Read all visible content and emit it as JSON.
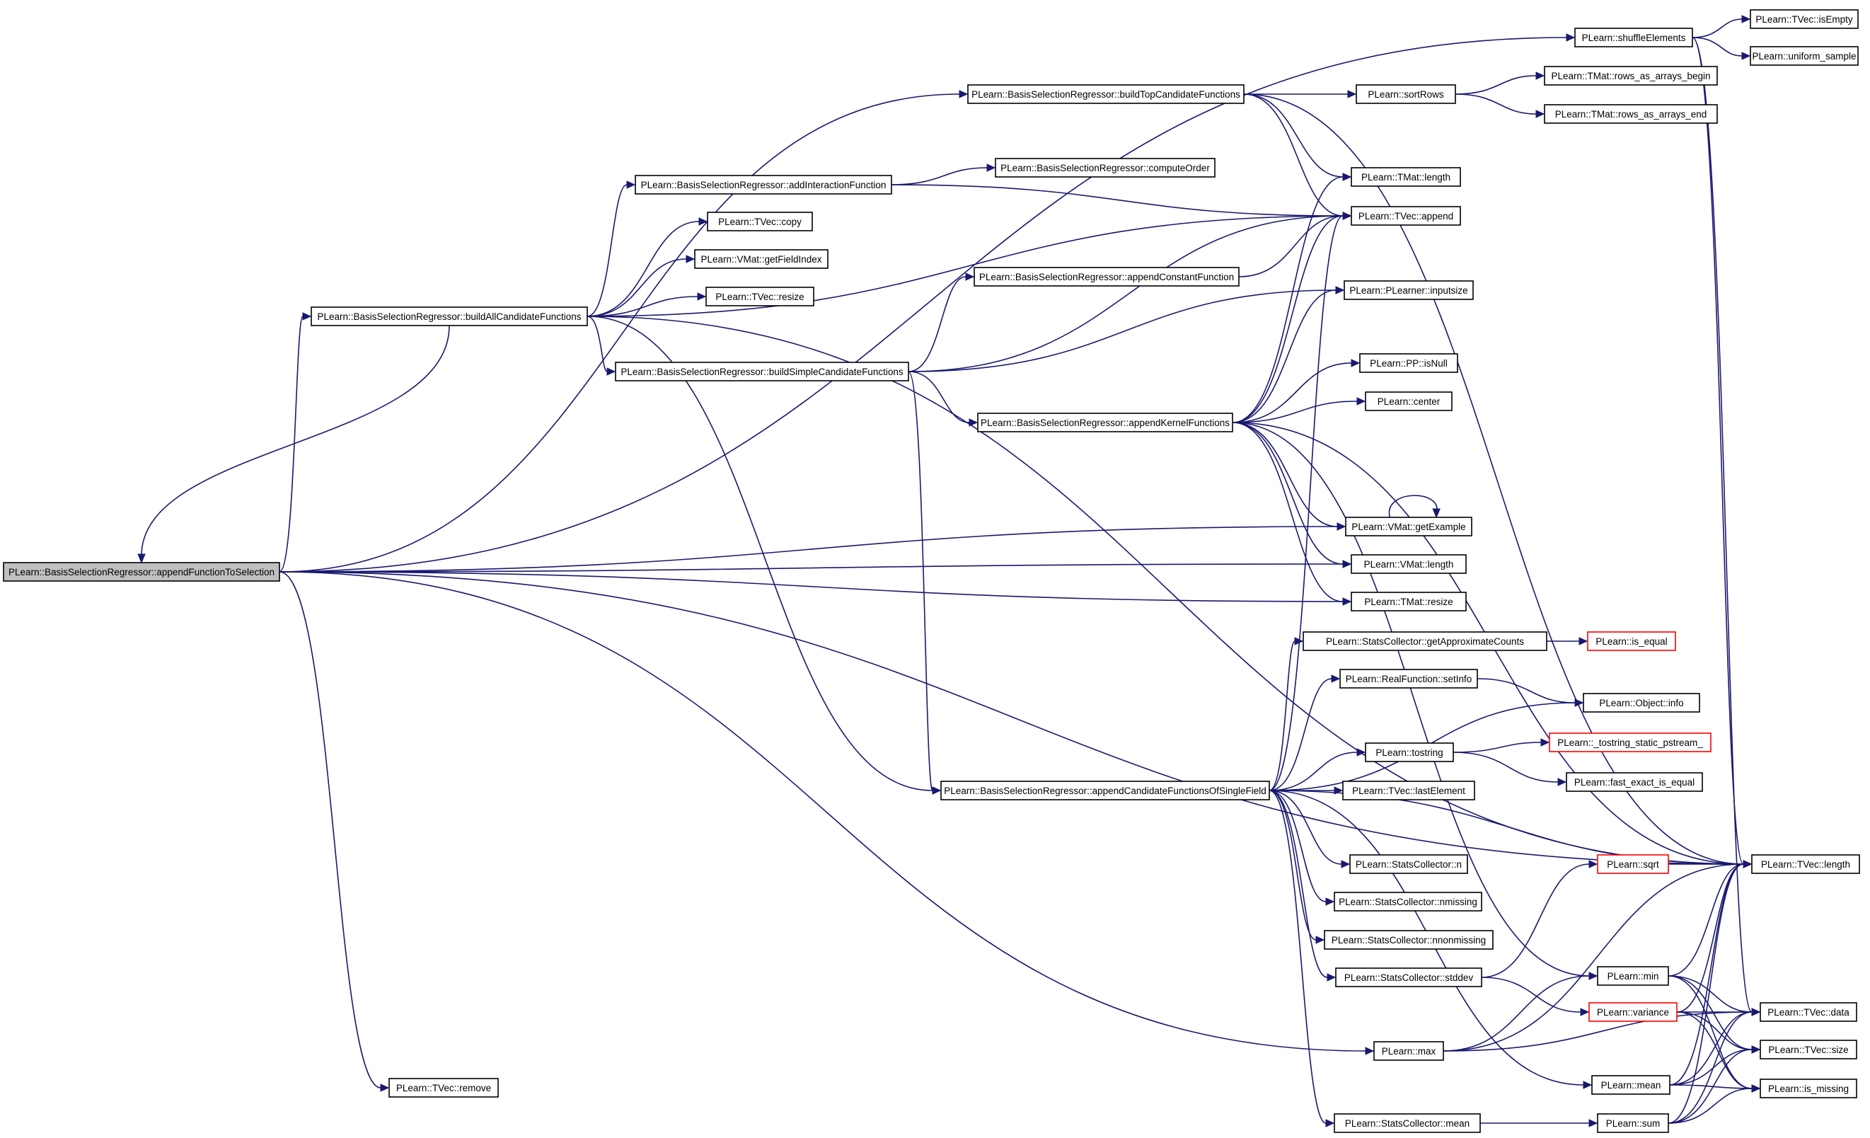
{
  "colors": {
    "edge": "#191970",
    "root_fill": "#bfbfbf",
    "node_border": "#000000",
    "truncated_border": "#ff0000"
  },
  "nodes": [
    {
      "id": "afts",
      "label": "PLearn::BasisSelectionRegressor::appendFunctionToSelection",
      "root": true
    },
    {
      "id": "bacf",
      "label": "PLearn::BasisSelectionRegressor::buildAllCandidateFunctions"
    },
    {
      "id": "btcf",
      "label": "PLearn::BasisSelectionRegressor::buildTopCandidateFunctions"
    },
    {
      "id": "aif",
      "label": "PLearn::BasisSelectionRegressor::addInteractionFunction"
    },
    {
      "id": "co",
      "label": "PLearn::BasisSelectionRegressor::computeOrder"
    },
    {
      "id": "tvcopy",
      "label": "PLearn::TVec::copy"
    },
    {
      "id": "gfi",
      "label": "PLearn::VMat::getFieldIndex"
    },
    {
      "id": "tvresize",
      "label": "PLearn::TVec::resize"
    },
    {
      "id": "acf",
      "label": "PLearn::BasisSelectionRegressor::appendConstantFunction"
    },
    {
      "id": "bscf",
      "label": "PLearn::BasisSelectionRegressor::buildSimpleCandidateFunctions"
    },
    {
      "id": "akf",
      "label": "PLearn::BasisSelectionRegressor::appendKernelFunctions"
    },
    {
      "id": "acfsf",
      "label": "PLearn::BasisSelectionRegressor::appendCandidateFunctionsOfSingleField"
    },
    {
      "id": "se",
      "label": "PLearn::shuffleElements"
    },
    {
      "id": "isempty",
      "label": "PLearn::TVec::isEmpty"
    },
    {
      "id": "us",
      "label": "PLearn::uniform_sample"
    },
    {
      "id": "sortrows",
      "label": "PLearn::sortRows"
    },
    {
      "id": "rab",
      "label": "PLearn::TMat::rows_as_arrays_begin"
    },
    {
      "id": "rae",
      "label": "PLearn::TMat::rows_as_arrays_end"
    },
    {
      "id": "tmlen",
      "label": "PLearn::TMat::length"
    },
    {
      "id": "tvappend",
      "label": "PLearn::TVec::append"
    },
    {
      "id": "inputsize",
      "label": "PLearn::PLearner::inputsize"
    },
    {
      "id": "isnull",
      "label": "PLearn::PP::isNull"
    },
    {
      "id": "center",
      "label": "PLearn::center"
    },
    {
      "id": "getex",
      "label": "PLearn::VMat::getExample"
    },
    {
      "id": "vmlen",
      "label": "PLearn::VMat::length"
    },
    {
      "id": "tmresize",
      "label": "PLearn::TMat::resize"
    },
    {
      "id": "gac",
      "label": "PLearn::StatsCollector::getApproximateCounts"
    },
    {
      "id": "isequal",
      "label": "PLearn::is_equal",
      "red": true
    },
    {
      "id": "setinfo",
      "label": "PLearn::RealFunction::setInfo"
    },
    {
      "id": "objinfo",
      "label": "PLearn::Object::info"
    },
    {
      "id": "tostring",
      "label": "PLearn::tostring"
    },
    {
      "id": "tsps",
      "label": "PLearn::_tostring_static_pstream_",
      "red": true
    },
    {
      "id": "feie",
      "label": "PLearn::fast_exact_is_equal"
    },
    {
      "id": "lastel",
      "label": "PLearn::TVec::lastElement"
    },
    {
      "id": "tvlen",
      "label": "PLearn::TVec::length"
    },
    {
      "id": "scn",
      "label": "PLearn::StatsCollector::n"
    },
    {
      "id": "nmiss",
      "label": "PLearn::StatsCollector::nmissing"
    },
    {
      "id": "nnonmiss",
      "label": "PLearn::StatsCollector::nnonmissing"
    },
    {
      "id": "sqrt",
      "label": "PLearn::sqrt",
      "red": true
    },
    {
      "id": "stddev",
      "label": "PLearn::StatsCollector::stddev"
    },
    {
      "id": "min",
      "label": "PLearn::min"
    },
    {
      "id": "variance",
      "label": "PLearn::variance",
      "red": true
    },
    {
      "id": "tvdata",
      "label": "PLearn::TVec::data"
    },
    {
      "id": "max",
      "label": "PLearn::max"
    },
    {
      "id": "tvsize",
      "label": "PLearn::TVec::size"
    },
    {
      "id": "mean",
      "label": "PLearn::mean"
    },
    {
      "id": "ismissing",
      "label": "PLearn::is_missing"
    },
    {
      "id": "scmean",
      "label": "PLearn::StatsCollector::mean"
    },
    {
      "id": "sum",
      "label": "PLearn::sum"
    },
    {
      "id": "tvremove",
      "label": "PLearn::TVec::remove"
    }
  ],
  "edges": [
    [
      "afts",
      "bacf"
    ],
    [
      "afts",
      "se"
    ],
    [
      "afts",
      "btcf"
    ],
    [
      "afts",
      "getex"
    ],
    [
      "afts",
      "vmlen"
    ],
    [
      "afts",
      "tmresize"
    ],
    [
      "afts",
      "tvlen"
    ],
    [
      "afts",
      "max"
    ],
    [
      "afts",
      "tvremove"
    ],
    [
      "bacf",
      "afts"
    ],
    [
      "bacf",
      "aif"
    ],
    [
      "bacf",
      "tvcopy"
    ],
    [
      "bacf",
      "gfi"
    ],
    [
      "bacf",
      "tvresize"
    ],
    [
      "bacf",
      "tvappend"
    ],
    [
      "bacf",
      "bscf"
    ],
    [
      "bacf",
      "acfsf"
    ],
    [
      "bacf",
      "tvlen"
    ],
    [
      "btcf",
      "sortrows"
    ],
    [
      "btcf",
      "tmlen"
    ],
    [
      "btcf",
      "tvappend"
    ],
    [
      "btcf",
      "tvlen"
    ],
    [
      "aif",
      "co"
    ],
    [
      "aif",
      "tvappend"
    ],
    [
      "acf",
      "tvappend"
    ],
    [
      "bscf",
      "acf"
    ],
    [
      "bscf",
      "akf"
    ],
    [
      "bscf",
      "acfsf"
    ],
    [
      "bscf",
      "tvappend"
    ],
    [
      "bscf",
      "inputsize"
    ],
    [
      "akf",
      "tvappend"
    ],
    [
      "akf",
      "inputsize"
    ],
    [
      "akf",
      "isnull"
    ],
    [
      "akf",
      "center"
    ],
    [
      "akf",
      "getex"
    ],
    [
      "akf",
      "vmlen"
    ],
    [
      "akf",
      "tmresize"
    ],
    [
      "akf",
      "tvlen"
    ],
    [
      "akf",
      "min"
    ],
    [
      "akf",
      "tmlen"
    ],
    [
      "acfsf",
      "tvappend"
    ],
    [
      "acfsf",
      "gac"
    ],
    [
      "acfsf",
      "setinfo"
    ],
    [
      "acfsf",
      "objinfo"
    ],
    [
      "acfsf",
      "tostring"
    ],
    [
      "acfsf",
      "lastel"
    ],
    [
      "acfsf",
      "tvlen"
    ],
    [
      "acfsf",
      "scn"
    ],
    [
      "acfsf",
      "nmiss"
    ],
    [
      "acfsf",
      "nnonmiss"
    ],
    [
      "acfsf",
      "stddev"
    ],
    [
      "acfsf",
      "mean"
    ],
    [
      "acfsf",
      "scmean"
    ],
    [
      "se",
      "isempty"
    ],
    [
      "se",
      "us"
    ],
    [
      "se",
      "tvlen"
    ],
    [
      "se",
      "tvdata"
    ],
    [
      "sortrows",
      "rab"
    ],
    [
      "sortrows",
      "rae"
    ],
    [
      "getex",
      "getex"
    ],
    [
      "gac",
      "isequal"
    ],
    [
      "setinfo",
      "objinfo"
    ],
    [
      "tostring",
      "tsps"
    ],
    [
      "tostring",
      "feie"
    ],
    [
      "stddev",
      "sqrt"
    ],
    [
      "stddev",
      "variance"
    ],
    [
      "sqrt",
      "tvlen"
    ],
    [
      "min",
      "tvlen"
    ],
    [
      "min",
      "tvdata"
    ],
    [
      "min",
      "tvsize"
    ],
    [
      "min",
      "ismissing"
    ],
    [
      "max",
      "min"
    ],
    [
      "max",
      "tvlen"
    ],
    [
      "max",
      "tvdata"
    ],
    [
      "variance",
      "tvdata"
    ],
    [
      "variance",
      "tvsize"
    ],
    [
      "variance",
      "ismissing"
    ],
    [
      "variance",
      "tvlen"
    ],
    [
      "mean",
      "tvlen"
    ],
    [
      "mean",
      "tvdata"
    ],
    [
      "mean",
      "tvsize"
    ],
    [
      "mean",
      "ismissing"
    ],
    [
      "scmean",
      "sum"
    ],
    [
      "sum",
      "tvlen"
    ],
    [
      "sum",
      "tvdata"
    ],
    [
      "sum",
      "tvsize"
    ],
    [
      "sum",
      "ismissing"
    ]
  ]
}
